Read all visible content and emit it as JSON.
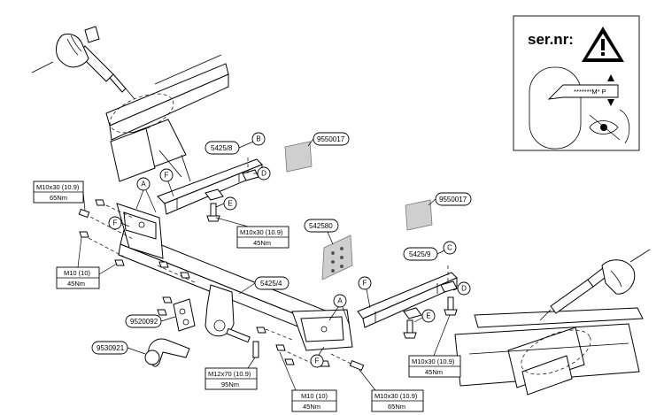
{
  "warning_panel": {
    "heading": "ser.nr:",
    "serial_field": "*******M* P"
  },
  "callout_letters": {
    "a": "A",
    "b": "B",
    "c": "C",
    "d": "D",
    "e": "E",
    "f": "F"
  },
  "part_numbers": {
    "bracket_left": "5425/8",
    "bracket_right": "5425/9",
    "crossbar": "5425/4",
    "kit_bag_top": "9550017",
    "kit_bag_right": "9550017",
    "socket_plate": "542580",
    "socket_bracket": "9520092",
    "towball": "9530921"
  },
  "torque_specs": {
    "left_bolt": {
      "bolt": "M10x30 (10.9)",
      "torque": "65Nm"
    },
    "left_nut": {
      "bolt": "M10 (10)",
      "torque": "45Nm"
    },
    "mid_bolt": {
      "bolt": "M10x30 (10.9)",
      "torque": "45Nm"
    },
    "right_bolt": {
      "bolt": "M10x30 (10.9)",
      "torque": "45Nm"
    },
    "ball_bolt": {
      "bolt": "M12x70 (10.9)",
      "torque": "95Nm"
    },
    "center_nut": {
      "bolt": "M10 (10)",
      "torque": "45Nm"
    },
    "center_bolt": {
      "bolt": "M10x30 (10.9)",
      "torque": "65Nm"
    }
  }
}
